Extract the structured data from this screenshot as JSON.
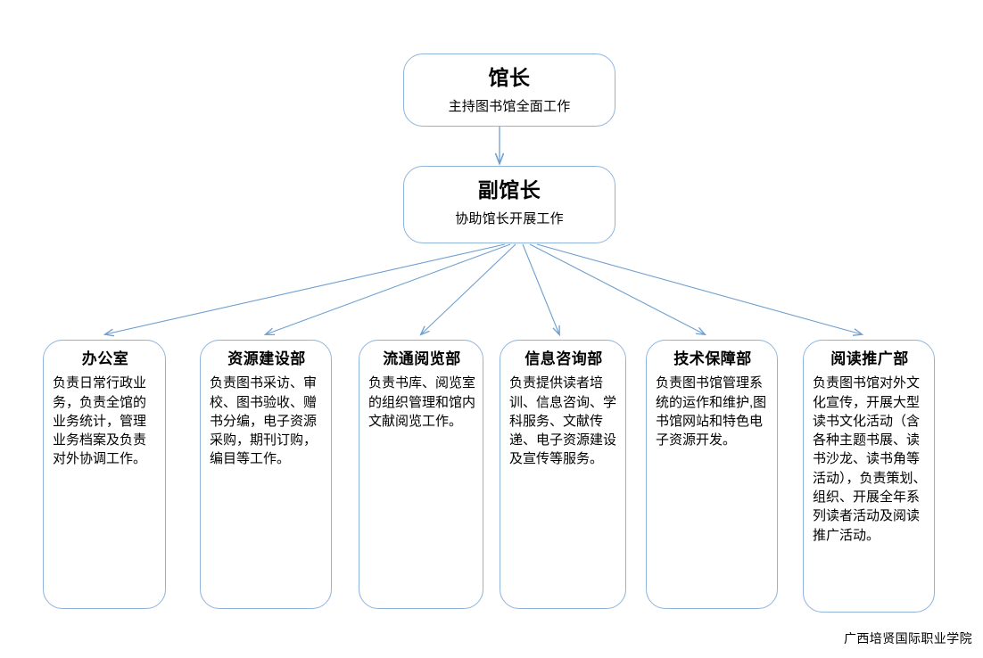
{
  "diagram": {
    "title_visible": false,
    "accent_color": "#8eb4dc",
    "connector_color": "#6f9fd0",
    "background_color": "#ffffff",
    "executives": [
      {
        "id": "director",
        "title": "馆长",
        "description": "主持图书馆全面工作"
      },
      {
        "id": "deputy-director",
        "title": "副馆长",
        "description": "协助馆长开展工作"
      }
    ],
    "departments": [
      {
        "id": "office",
        "title": "办公室",
        "description": "负责日常行政业务，负责全馆的业务统计，管理业务档案及负责对外协调工作。"
      },
      {
        "id": "resource-construction",
        "title": "资源建设部",
        "description": "负责图书采访、审校、图书验收、赠书分编，电子资源采购，期刊订购，编目等工作。"
      },
      {
        "id": "circulation-reading",
        "title": "流通阅览部",
        "description": "负责书库、阅览室的组织管理和馆内文献阅览工作。"
      },
      {
        "id": "information-consulting",
        "title": "信息咨询部",
        "description": "负责提供读者培训、信息咨询、学科服务、文献传递、电子资源建设及宣传等服务。"
      },
      {
        "id": "technical-support",
        "title": "技术保障部",
        "description": "负责图书馆管理系统的运作和维护,图书馆网站和特色电子资源开发。"
      },
      {
        "id": "reading-promotion",
        "title": "阅读推广部",
        "description": "负责图书馆对外文化宣传，开展大型读书文化活动（含各种主题书展、读书沙龙、读书角等活动），负责策划、组织、开展全年系列读者活动及阅读推广活动。"
      }
    ]
  },
  "footer": {
    "credit": "广西培贤国际职业学院"
  }
}
